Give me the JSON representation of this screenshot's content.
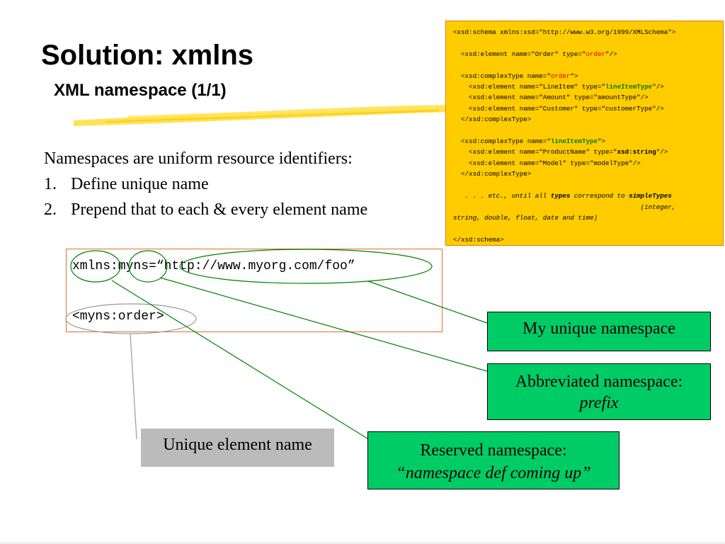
{
  "slide": {
    "title": "Solution: xmlns",
    "subtitle": "XML namespace (1/1)"
  },
  "body": {
    "intro": "Namespaces are uniform resource identifiers:",
    "items": [
      {
        "num": "1.",
        "text": "Define unique name"
      },
      {
        "num": "2.",
        "text": "Prepend that to each & every element name"
      }
    ]
  },
  "schema_code": {
    "l1": "<xsd:schema xmlns:xsd=\"http://www.w3.org/1999/XMLSchema\">",
    "l2a": "  <xsd:element name=\"Order\" type=\"",
    "l2b": "order",
    "l2c": "\"/>",
    "l3a": "  <xsd:complexType name=\"",
    "l3b": "order",
    "l3c": "\">",
    "l4a": "    <xsd:element name=\"LineItem\" type=\"",
    "l4b": "lineItemType",
    "l4c": "\"/>",
    "l5": "    <xsd:element name=\"Amount\" type=\"amountType\"/>",
    "l6": "    <xsd:element name=\"Customer\" type=\"customerType\"/>",
    "l7": "  </xsd:complexType>",
    "l8a": "  <xsd:complexType name=\"",
    "l8b": "lineItemType",
    "l8c": "\">",
    "l9a": "    <xsd:element name=\"ProductName\" type=\"",
    "l9b": "xsd:string",
    "l9c": "\"/>",
    "l10": "    <xsd:element name=\"Model\" type=\"modelType\"/>",
    "l11": "  </xsd:complexType>",
    "l12a": "   . . . etc., until all ",
    "l12b": "types",
    "l12c": " correspond to ",
    "l12d": "simpleTypes",
    "l13": "                                                (integer,",
    "l14": "string, double, float, date and time)",
    "l15": "</xsd:schema>"
  },
  "xml_example": {
    "line1": "xmlns:myns=“http://www.myorg.com/foo”",
    "line2": "<myns:order>"
  },
  "callouts": {
    "unique_namespace": "My unique namespace",
    "abbreviated_line1": "Abbreviated namespace:",
    "abbreviated_line2": "prefix",
    "reserved_line1": "Reserved namespace:",
    "reserved_line2": "“namespace def coming up”",
    "unique_element": "Unique element name"
  },
  "colors": {
    "code_background": "#ffcc00",
    "callout_green": "#00cc66",
    "callout_gray": "#bbbbbb",
    "connector_green": "#008000",
    "highlight_yellow": "#ffdd33"
  }
}
